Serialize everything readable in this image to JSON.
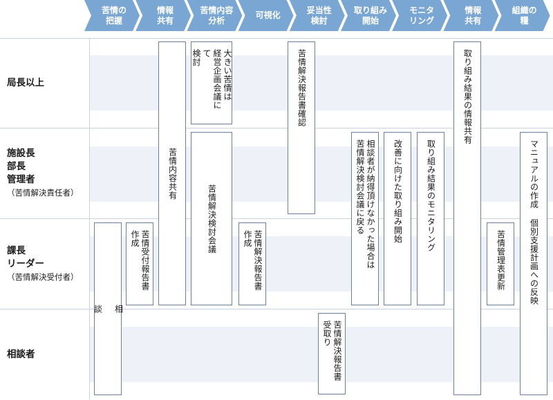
{
  "colors": {
    "chevron_fill": "#7aa6d3",
    "band": "#eef2f8",
    "grid": "#c9d3e0",
    "box_border": "#6b7f9c"
  },
  "stages": [
    "苦情の\n把握",
    "情報\n共有",
    "苦情内容\n分析",
    "可視化",
    "妥当性\n検討",
    "取り組み\n開始",
    "モニタ\nリング",
    "情報\n共有",
    "組織の\n糧"
  ],
  "rows": [
    {
      "label": "局長以上",
      "sub": ""
    },
    {
      "label": "施設長\n部長\n管理者",
      "sub": "（苦情解決責任者）"
    },
    {
      "label": "課長\nリーダー",
      "sub": "（苦情解決受付者）"
    },
    {
      "label": "相談者",
      "sub": ""
    }
  ],
  "boxes": {
    "soudan": "相\n\n談",
    "uketsuke": "苦情受付報告書\n作成",
    "naiyou_kyouyu": "苦情内容共有",
    "ookii_kujou": "大きい苦情は\n経営企画会議にて\n検討",
    "kaiketsu_kentou": "苦情解決検討会議",
    "kaiketsu_houkoku_sakusei": "苦情解決報告書\n作成",
    "houkoku_kakunin": "苦情解決報告書確認",
    "houkoku_uketori": "苦情解決報告書\n受取り",
    "nattoku": "相談者が納得頂けなかった場合は\n苦情解決検討会議に戻る",
    "kaizen": "改善に向けた取り組み開始",
    "monitoring": "取り組み結果のモニタリング",
    "kekka_kyouyu": "取り組み結果の情報共有",
    "kanrihyou": "苦情管理表更新",
    "manual": "マニュアルの作成 個別支援計画への反映"
  }
}
